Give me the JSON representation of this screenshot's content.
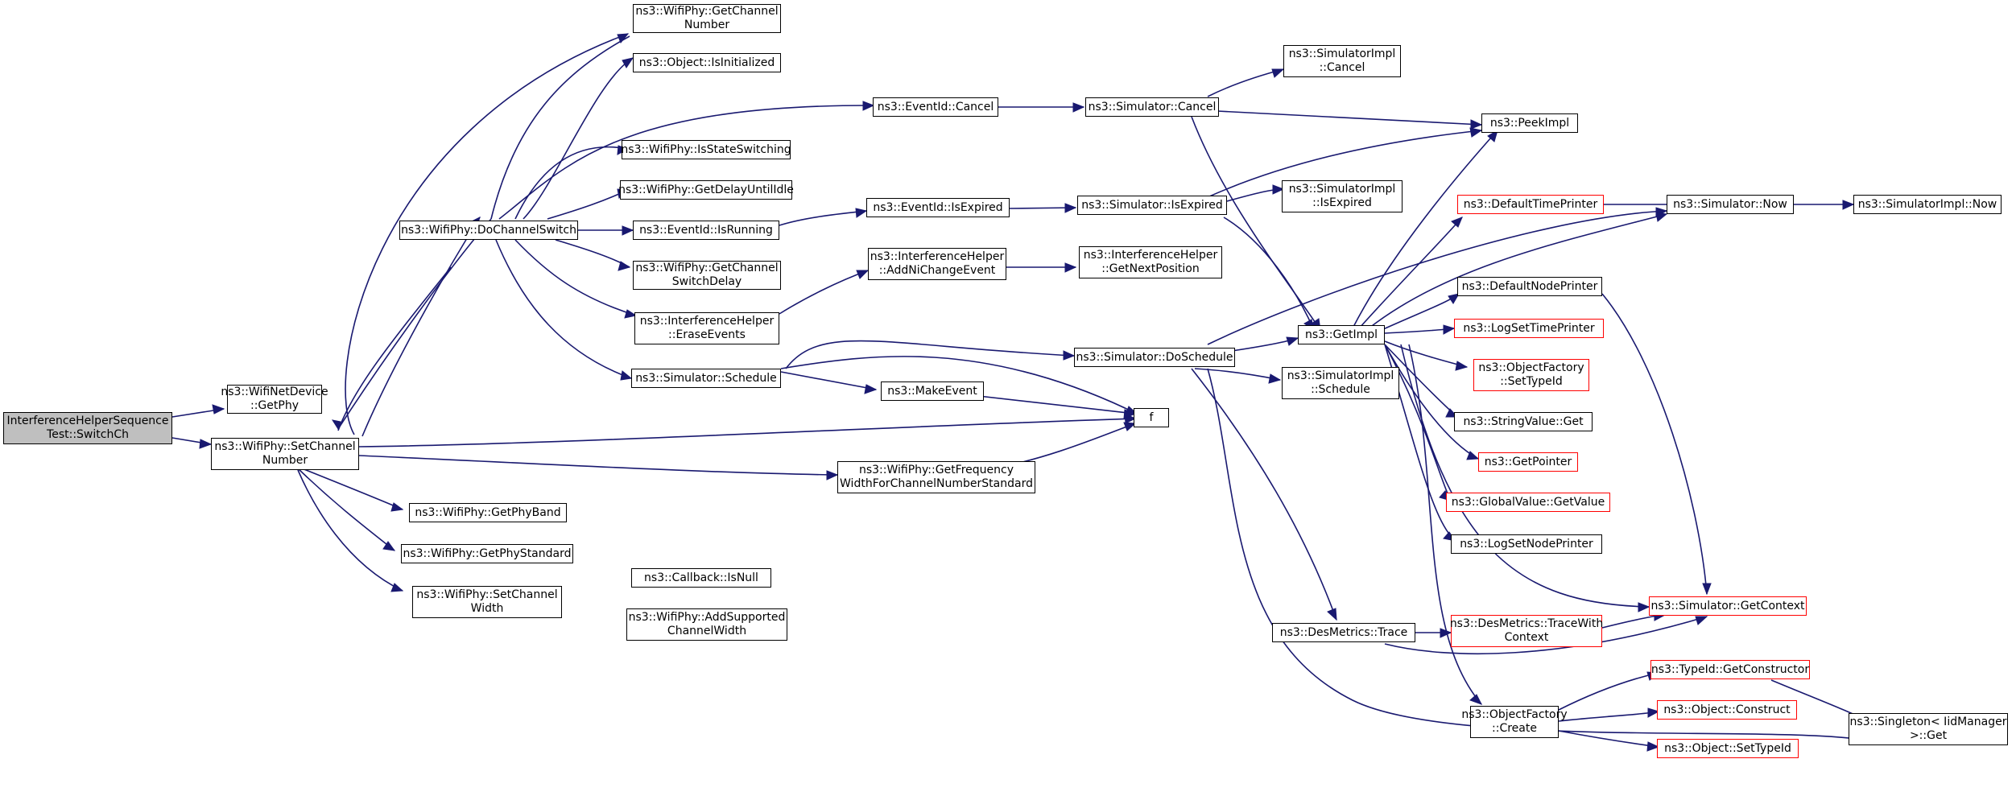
{
  "colors": {
    "edge": "#191970",
    "root_fill": "#bfbfbf",
    "border": "#000000",
    "incomplete_border": "#ff0000"
  },
  "nodes": [
    {
      "id": "root",
      "lines": [
        "InterferenceHelperSequence",
        "Test::SwitchCh"
      ],
      "style": "root"
    },
    {
      "id": "getphy",
      "lines": [
        "ns3::WifiNetDevice",
        "::GetPhy"
      ],
      "style": "normal"
    },
    {
      "id": "setchnum",
      "lines": [
        "ns3::WifiPhy::SetChannel",
        "Number"
      ],
      "style": "normal"
    },
    {
      "id": "dochsw",
      "lines": [
        "ns3::WifiPhy::DoChannelSwitch"
      ],
      "style": "normal"
    },
    {
      "id": "getchnum",
      "lines": [
        "ns3::WifiPhy::GetChannel",
        "Number"
      ],
      "style": "normal"
    },
    {
      "id": "isinit",
      "lines": [
        "ns3::Object::IsInitialized"
      ],
      "style": "normal"
    },
    {
      "id": "isstatesw",
      "lines": [
        "ns3::WifiPhy::IsStateSwitching"
      ],
      "style": "normal"
    },
    {
      "id": "getdelay",
      "lines": [
        "ns3::WifiPhy::GetDelayUntilIdle"
      ],
      "style": "normal"
    },
    {
      "id": "isrunning",
      "lines": [
        "ns3::EventId::IsRunning"
      ],
      "style": "normal"
    },
    {
      "id": "getchswd",
      "lines": [
        "ns3::WifiPhy::GetChannel",
        "SwitchDelay"
      ],
      "style": "normal"
    },
    {
      "id": "erase",
      "lines": [
        "ns3::InterferenceHelper",
        "::EraseEvents"
      ],
      "style": "normal"
    },
    {
      "id": "simsched",
      "lines": [
        "ns3::Simulator::Schedule"
      ],
      "style": "normal"
    },
    {
      "id": "evcancel",
      "lines": [
        "ns3::EventId::Cancel"
      ],
      "style": "normal"
    },
    {
      "id": "evisexp",
      "lines": [
        "ns3::EventId::IsExpired"
      ],
      "style": "normal"
    },
    {
      "id": "addni",
      "lines": [
        "ns3::InterferenceHelper",
        "::AddNiChangeEvent"
      ],
      "style": "normal"
    },
    {
      "id": "makeevent",
      "lines": [
        "ns3::MakeEvent"
      ],
      "style": "normal"
    },
    {
      "id": "f",
      "lines": [
        "f"
      ],
      "style": "normal"
    },
    {
      "id": "getfreq",
      "lines": [
        "ns3::WifiPhy::GetFrequency",
        "WidthForChannelNumberStandard"
      ],
      "style": "normal"
    },
    {
      "id": "getband",
      "lines": [
        "ns3::WifiPhy::GetPhyBand"
      ],
      "style": "normal"
    },
    {
      "id": "getstd",
      "lines": [
        "ns3::WifiPhy::GetPhyStandard"
      ],
      "style": "normal"
    },
    {
      "id": "setchw",
      "lines": [
        "ns3::WifiPhy::SetChannel",
        "Width"
      ],
      "style": "normal"
    },
    {
      "id": "cbisnull",
      "lines": [
        "ns3::Callback::IsNull"
      ],
      "style": "normal"
    },
    {
      "id": "addsup",
      "lines": [
        "ns3::WifiPhy::AddSupported",
        "ChannelWidth"
      ],
      "style": "normal"
    },
    {
      "id": "simcancel",
      "lines": [
        "ns3::Simulator::Cancel"
      ],
      "style": "normal"
    },
    {
      "id": "simisexp",
      "lines": [
        "ns3::Simulator::IsExpired"
      ],
      "style": "normal"
    },
    {
      "id": "getnextpos",
      "lines": [
        "ns3::InterferenceHelper",
        "::GetNextPosition"
      ],
      "style": "normal"
    },
    {
      "id": "dosched",
      "lines": [
        "ns3::Simulator::DoSchedule"
      ],
      "style": "normal"
    },
    {
      "id": "desmetrics",
      "lines": [
        "ns3::DesMetrics::Trace"
      ],
      "style": "normal"
    },
    {
      "id": "implcancel",
      "lines": [
        "ns3::SimulatorImpl",
        "::Cancel"
      ],
      "style": "normal"
    },
    {
      "id": "implisexp",
      "lines": [
        "ns3::SimulatorImpl",
        "::IsExpired"
      ],
      "style": "normal"
    },
    {
      "id": "implsched",
      "lines": [
        "ns3::SimulatorImpl",
        "::Schedule"
      ],
      "style": "normal"
    },
    {
      "id": "peekimpl",
      "lines": [
        "ns3::PeekImpl"
      ],
      "style": "normal"
    },
    {
      "id": "getimpl",
      "lines": [
        "ns3::GetImpl"
      ],
      "style": "normal"
    },
    {
      "id": "deftp",
      "lines": [
        "ns3::DefaultTimePrinter"
      ],
      "style": "red"
    },
    {
      "id": "defnp",
      "lines": [
        "ns3::DefaultNodePrinter"
      ],
      "style": "normal"
    },
    {
      "id": "logstp",
      "lines": [
        "ns3::LogSetTimePrinter"
      ],
      "style": "red"
    },
    {
      "id": "ofsettid",
      "lines": [
        "ns3::ObjectFactory",
        "::SetTypeId"
      ],
      "style": "red"
    },
    {
      "id": "strget",
      "lines": [
        "ns3::StringValue::Get"
      ],
      "style": "normal"
    },
    {
      "id": "getptr",
      "lines": [
        "ns3::GetPointer"
      ],
      "style": "red"
    },
    {
      "id": "gvget",
      "lines": [
        "ns3::GlobalValue::GetValue"
      ],
      "style": "red"
    },
    {
      "id": "logsnp",
      "lines": [
        "ns3::LogSetNodePrinter"
      ],
      "style": "normal"
    },
    {
      "id": "simgetctx",
      "lines": [
        "ns3::Simulator::GetContext"
      ],
      "style": "red"
    },
    {
      "id": "dmtwc",
      "lines": [
        "ns3::DesMetrics::TraceWith",
        "Context"
      ],
      "style": "red"
    },
    {
      "id": "ofcreate",
      "lines": [
        "ns3::ObjectFactory",
        "::Create"
      ],
      "style": "normal"
    },
    {
      "id": "tidgetc",
      "lines": [
        "ns3::TypeId::GetConstructor"
      ],
      "style": "red"
    },
    {
      "id": "objconst",
      "lines": [
        "ns3::Object::Construct"
      ],
      "style": "red"
    },
    {
      "id": "objsettid",
      "lines": [
        "ns3::Object::SetTypeId"
      ],
      "style": "red"
    },
    {
      "id": "simnow",
      "lines": [
        "ns3::Simulator::Now"
      ],
      "style": "normal"
    },
    {
      "id": "implnow",
      "lines": [
        "ns3::SimulatorImpl::Now"
      ],
      "style": "normal"
    },
    {
      "id": "singleton",
      "lines": [
        "ns3::Singleton< IidManager",
        " >::Get"
      ],
      "style": "normal"
    }
  ]
}
